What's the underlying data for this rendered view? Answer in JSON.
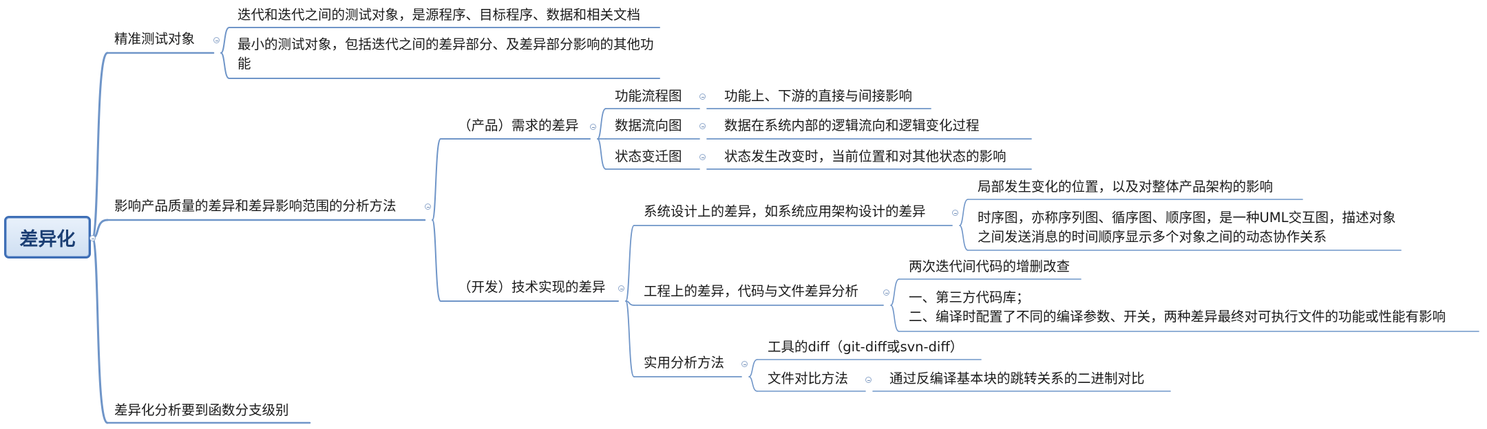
{
  "root": {
    "label": "差异化"
  },
  "branches": {
    "targets": {
      "label": "精准测试对象",
      "children": [
        "迭代和迭代之间的测试对象，是源程序、目标程序、数据和相关文档",
        "最小的测试对象，包括迭代之间的差异部分、及差异部分影响的其他功能"
      ]
    },
    "methods": {
      "label": "影响产品质量的差异和差异影响范围的分析方法",
      "product": {
        "label": "（产品）需求的差异",
        "items": [
          {
            "label": "功能流程图",
            "note": "功能上、下游的直接与间接影响"
          },
          {
            "label": "数据流向图",
            "note": "数据在系统内部的逻辑流向和逻辑变化过程"
          },
          {
            "label": "状态变迁图",
            "note": "状态发生改变时，当前位置和对其他状态的影响"
          }
        ]
      },
      "dev": {
        "label": "（开发）技术实现的差异",
        "system": {
          "label": "系统设计上的差异，如系统应用架构设计的差异",
          "notes": [
            "局部发生变化的位置，以及对整体产品架构的影响",
            "时序图，亦称序列图、循序图、顺序图，是一种UML交互图，描述对象之间发送消息的时间顺序显示多个对象之间的动态协作关系"
          ]
        },
        "engineering": {
          "label": "工程上的差异，代码与文件差异分析",
          "notes": [
            "两次迭代间代码的增删改查",
            "一、第三方代码库；",
            "二、编译时配置了不同的编译参数、开关，两种差异最终对可执行文件的功能或性能有影响"
          ]
        },
        "practical": {
          "label": "实用分析方法",
          "tool": "工具的diff（git-diff或svn-diff）",
          "compare": {
            "label": "文件对比方法",
            "note": "通过反编译基本块的跳转关系的二进制对比"
          }
        }
      }
    },
    "granularity": {
      "label": "差异化分析要到函数分支级别"
    }
  }
}
